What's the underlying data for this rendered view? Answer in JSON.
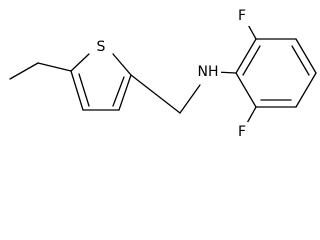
{
  "molecule": {
    "atoms": {
      "sulfur": "S",
      "amine": "NH",
      "fluorine_top": "F",
      "fluorine_bottom": "F"
    }
  }
}
